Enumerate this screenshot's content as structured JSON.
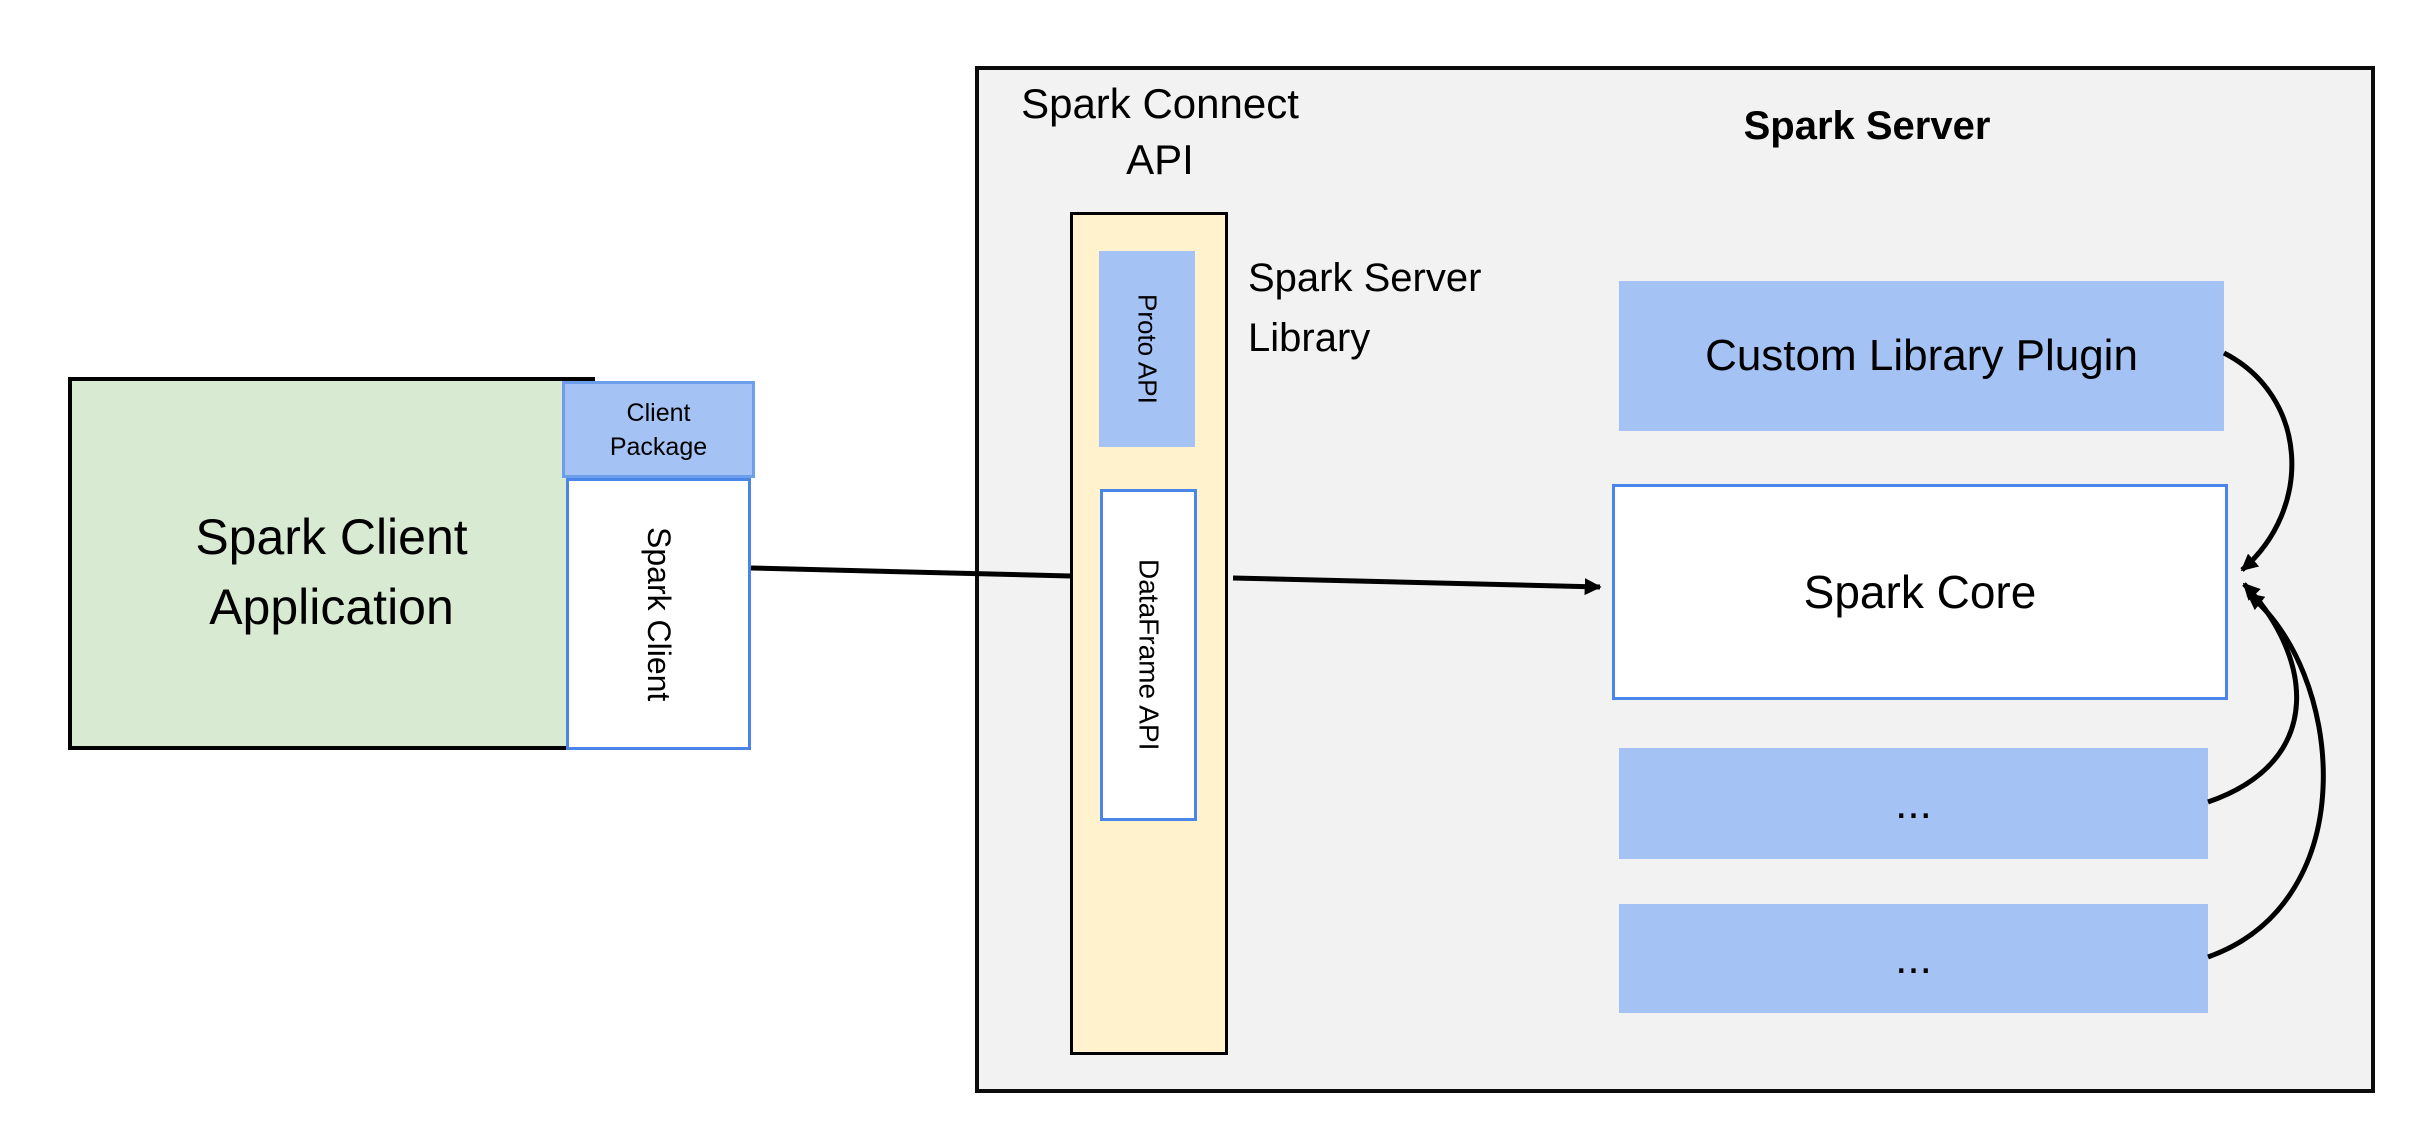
{
  "client": {
    "app": {
      "line1": "Spark Client",
      "line2": "Application"
    },
    "package": {
      "line1": "Client",
      "line2": "Package"
    },
    "spark_client": "Spark Client"
  },
  "connect_api": {
    "title": {
      "line1": "Spark Connect",
      "line2": "API"
    },
    "proto_api": "Proto API",
    "dataframe_api": "DataFrame API",
    "server_library": {
      "line1": "Spark Server",
      "line2": "Library"
    }
  },
  "server": {
    "title": "Spark Server",
    "custom_plugin": "Custom Library Plugin",
    "spark_core": "Spark Core",
    "module_placeholder_1": "...",
    "module_placeholder_2": "..."
  },
  "colors": {
    "green_fill": "#d9ead3",
    "blue_fill": "#a4c2f4",
    "yellow_fill": "#fff2cc",
    "gray_fill": "#f2f2f2",
    "blue_border": "#4a86e8",
    "package_border": "#6d9eeb",
    "line_black": "#000000"
  }
}
